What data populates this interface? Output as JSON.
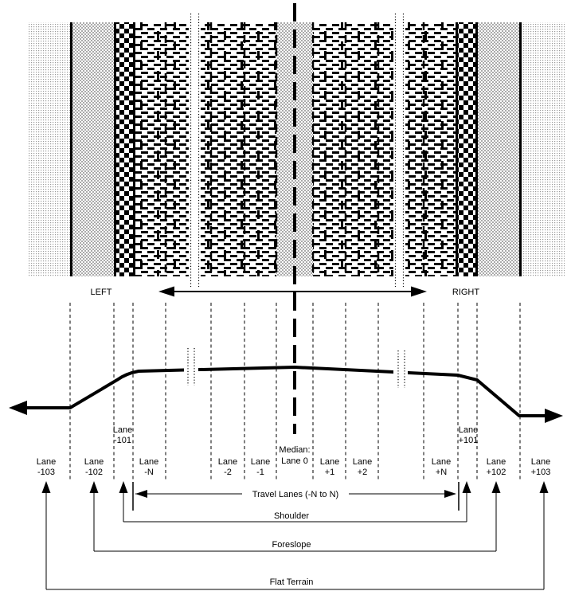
{
  "diagram": {
    "title_left": "LEFT",
    "title_right": "RIGHT",
    "lanes": [
      {
        "word": "Lane",
        "id": "-103"
      },
      {
        "word": "Lane",
        "id": "-102"
      },
      {
        "word": "Lane",
        "id": "-101"
      },
      {
        "word": "Lane",
        "id": "-N"
      },
      {
        "word": "Lane",
        "id": "-2"
      },
      {
        "word": "Lane",
        "id": "-1"
      },
      {
        "word": "Median:",
        "id": "Lane 0"
      },
      {
        "word": "Lane",
        "id": "+1"
      },
      {
        "word": "Lane",
        "id": "+2"
      },
      {
        "word": "Lane",
        "id": "+N"
      },
      {
        "word": "Lane",
        "id": "+101"
      },
      {
        "word": "Lane",
        "id": "+102"
      },
      {
        "word": "Lane",
        "id": "+103"
      }
    ],
    "callouts": {
      "travel_lanes": "Travel Lanes (-N to N)",
      "shoulder": "Shoulder",
      "foreslope": "Foreslope",
      "flat_terrain": "Flat Terrain"
    },
    "colors": {
      "ink": "#000000",
      "hatch_gray": "#aaaaaa",
      "dot_gray": "#999999"
    }
  }
}
